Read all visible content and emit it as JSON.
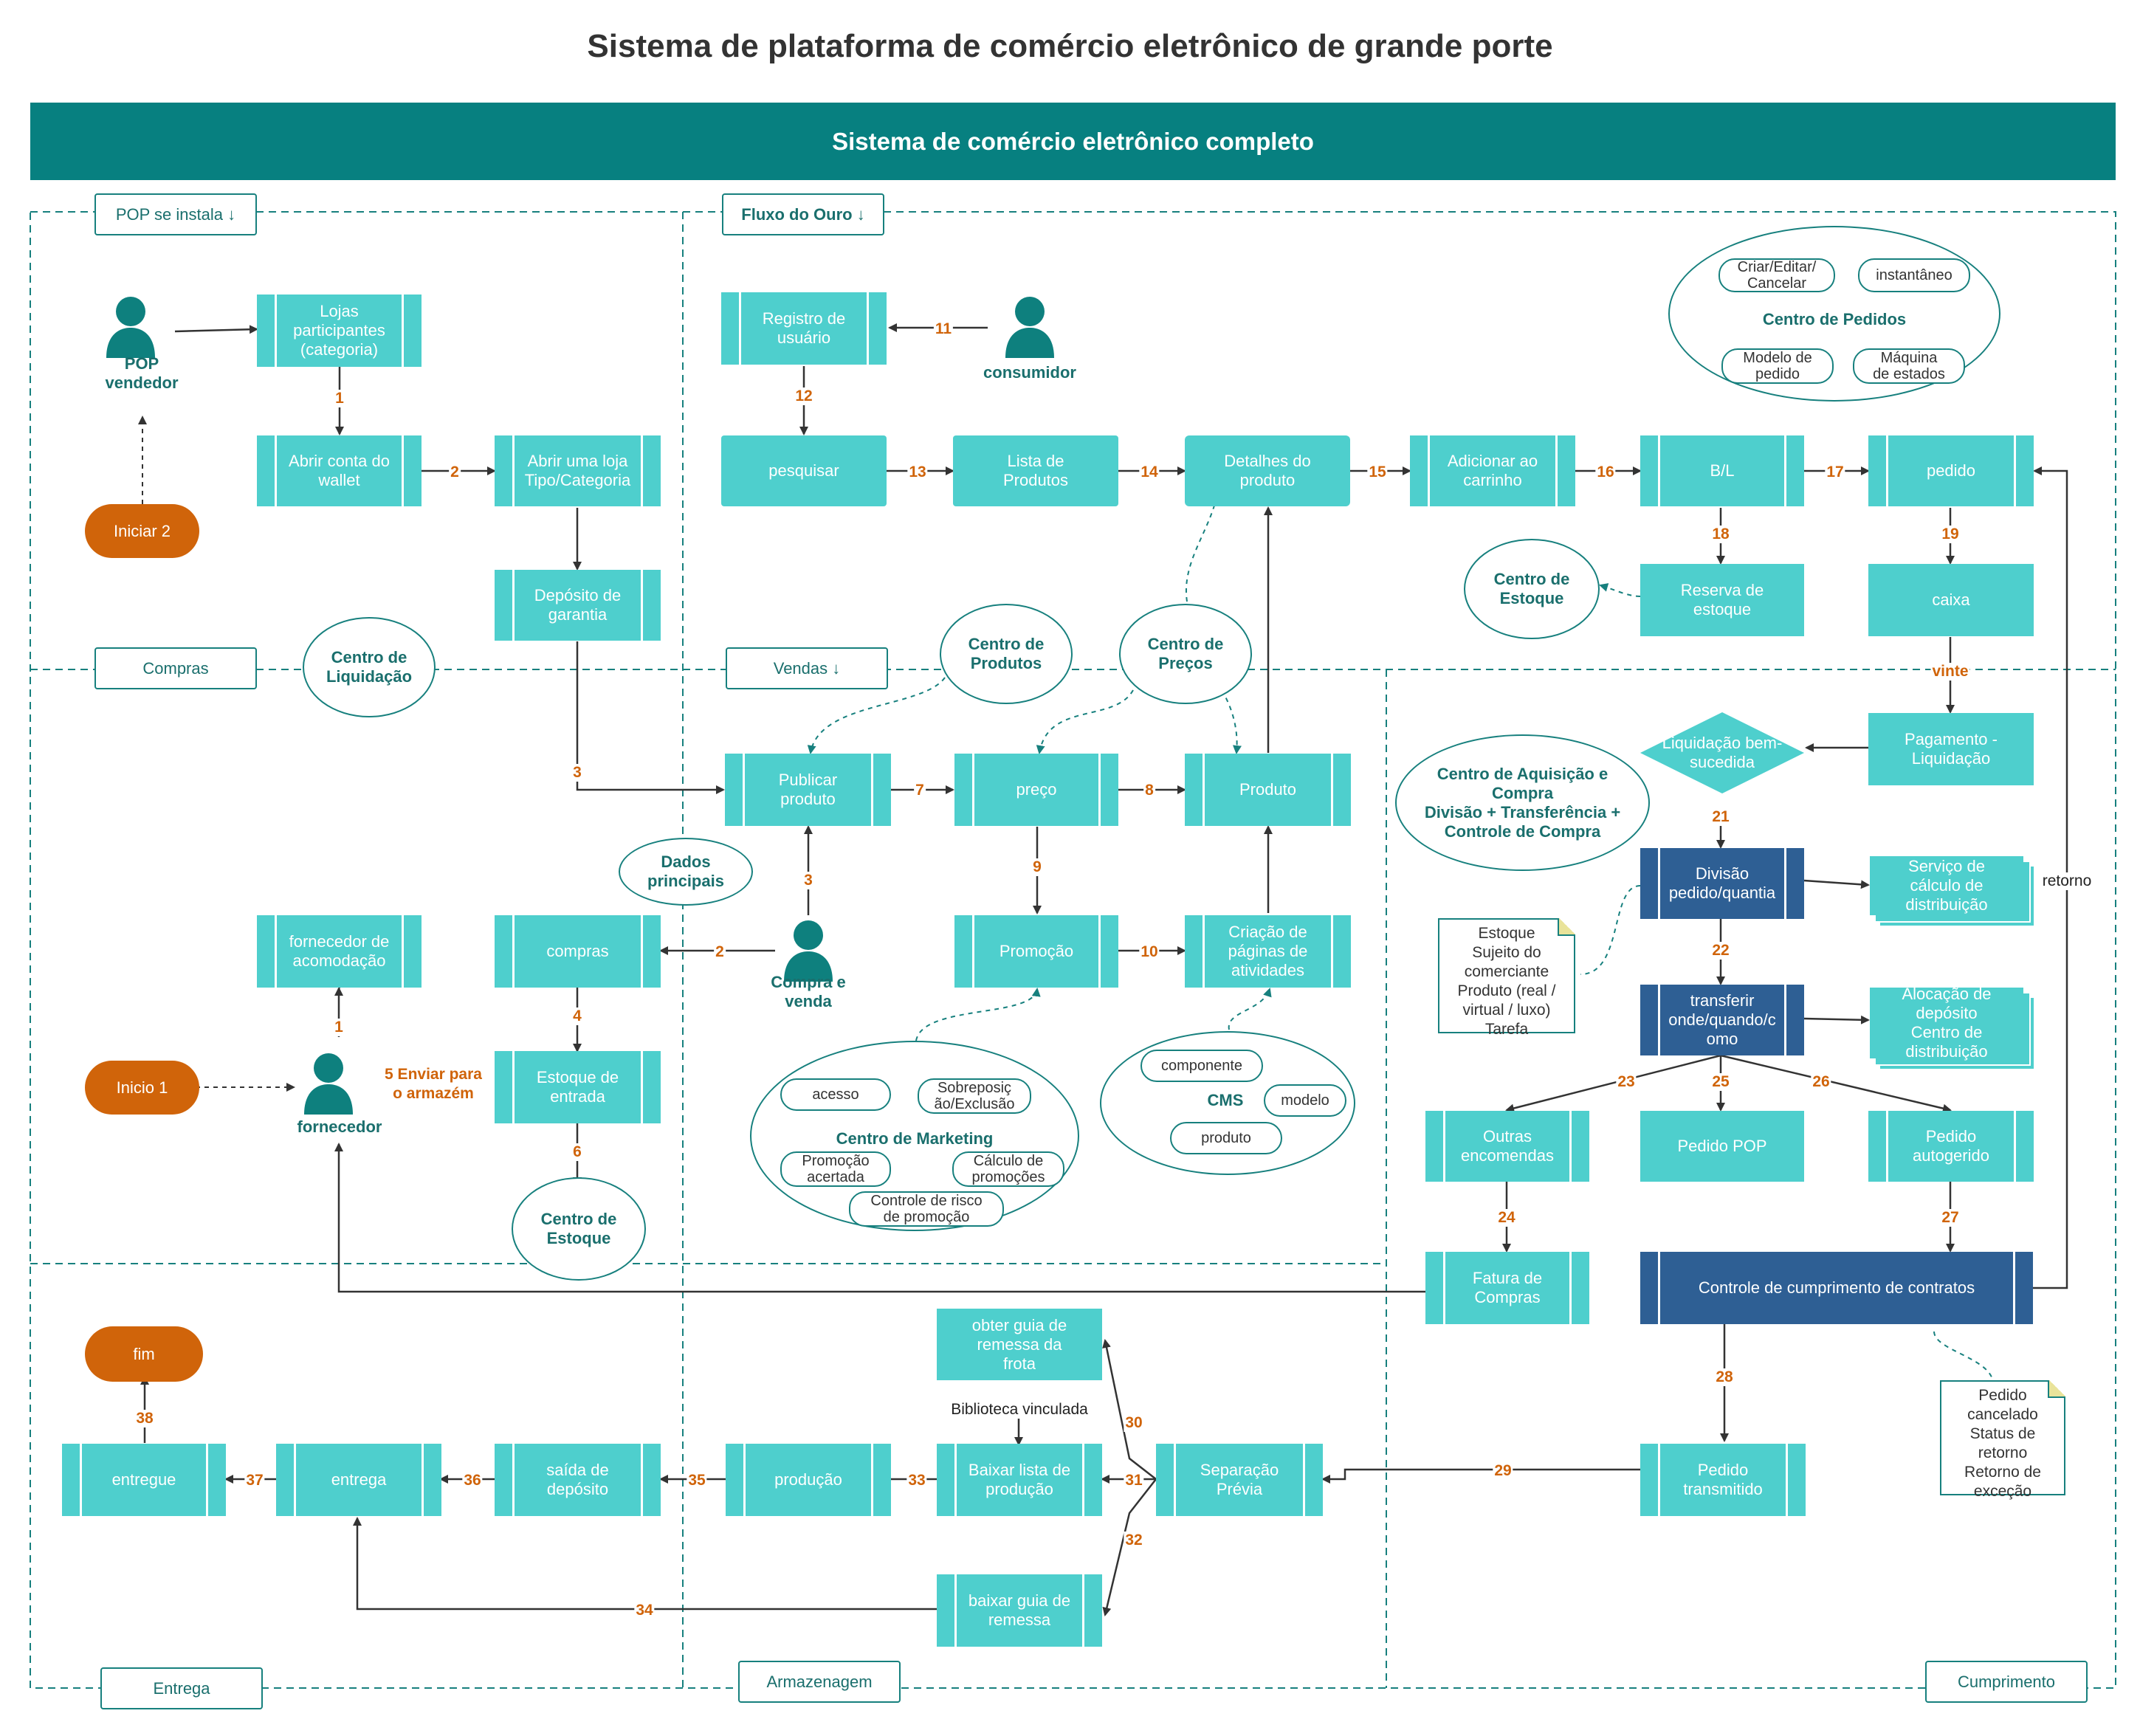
{
  "title": "Sistema de plataforma de comércio eletrônico de grande porte",
  "banner": "Sistema de comércio eletrônico completo",
  "colors": {
    "teal_block": "#4ecfcd",
    "navy_block": "#2e5f94",
    "banner": "#078080",
    "terminal": "#d0640a",
    "outline": "#17807e",
    "number": "#d0640a"
  },
  "sections": {
    "pop": "POP se instala ↓",
    "fluxo": "Fluxo do Ouro ↓",
    "compras": "Compras",
    "vendas": "Vendas ↓",
    "entrega": "Entrega",
    "armazenagem": "Armazenagem",
    "cumprimento": "Cumprimento"
  },
  "actors": {
    "pop_vendedor": "POP\nvendedor",
    "consumidor": "consumidor",
    "compra_venda": "Compra e\nvenda",
    "fornecedor": "fornecedor"
  },
  "terminals": {
    "iniciar2": "Iniciar 2",
    "inicio1": "Inicio 1",
    "fim": "fim"
  },
  "boxes": {
    "lojas": "Lojas\nparticipantes\n(categoria)",
    "abrir_wallet": "Abrir conta do\nwallet",
    "abrir_loja": "Abrir uma loja\nTipo/Categoria",
    "deposito_garantia": "Depósito de\ngarantia",
    "registro": "Registro de\nusuário",
    "pesquisar": "pesquisar",
    "lista": "Lista de Produtos",
    "detalhes": "Detalhes do\nproduto",
    "carrinho": "Adicionar ao\ncarrinho",
    "bl": "B/L",
    "pedido": "pedido",
    "reserva": "Reserva de\nestoque",
    "caixa": "caixa",
    "pagamento": "Pagamento -\nLiquidação",
    "publicar": "Publicar\nproduto",
    "preco": "preço",
    "produto": "Produto",
    "promocao": "Promoção",
    "criacao": "Criação de\npáginas de\natividades",
    "compras": "compras",
    "fornecedor_acomodacao": "fornecedor de\nacomodação",
    "estoque_entrada": "Estoque de\nentrada",
    "divisao": "Divisão\npedido/quantia",
    "transferir": "transferir\nonde/quando/c\nomo",
    "servico": "Serviço de\ncálculo de\ndistribuição",
    "alocacao": "Alocação de\ndepósito\nCentro de\ndistribuição",
    "outras": "Outras\nencomendas",
    "pedido_pop": "Pedido POP",
    "pedido_auto": "Pedido\nautogerido",
    "fatura": "Fatura de\nCompras",
    "controle": "Controle de cumprimento de contratos",
    "obter_guia": "obter guia de\nremessa da\nfrota",
    "baixar_lista": "Baixar lista de\nprodução",
    "separacao": "Separação\nPrévia",
    "pedido_transmitido": "Pedido\ntransmitido",
    "baixar_guia": "baixar guia de\nremessa",
    "producao": "produção",
    "saida": "saída de\ndepósito",
    "entrega": "entrega",
    "entregue": "entregue"
  },
  "diamond": "Liquidação bem-\nsucedida",
  "ellipses": {
    "centro_liquidacao": "Centro de\nLiquidação",
    "centro_produtos": "Centro de\nProdutos",
    "centro_precos": "Centro de\nPreços",
    "dados": "Dados\nprincipais",
    "centro_estoque_top": "Centro de\nEstoque",
    "centro_estoque_bottom": "Centro de\nEstoque",
    "centro_aquisicao": "Centro de Aquisição e\nCompra\nDivisão + Transferência +\nControle de Compra"
  },
  "pedidos_center": {
    "title": "Centro de Pedidos",
    "pills": [
      "Criar/Editar/\nCancelar",
      "instantâneo",
      "Modelo de\npedido",
      "Máquina\nde estados"
    ]
  },
  "marketing_center": {
    "title": "Centro de Marketing",
    "pills": [
      "acesso",
      "Sobreposiç\não/Exclusão",
      "Promoção\nacertada",
      "Cálculo de\npromoções",
      "Controle de risco\nde promoção"
    ]
  },
  "cms_center": {
    "title": "CMS",
    "pills": [
      "componente",
      "modelo",
      "produto"
    ]
  },
  "notes": {
    "estoque": "Estoque\nSujeito do\ncomerciante\nProduto (real /\nvirtual / luxo)\nTarefa",
    "pedido_cancelado": "Pedido\ncancelado\nStatus de\nretorno\nRetorno de\nexceção"
  },
  "labels": {
    "enviar": "5 Enviar para\no armazém",
    "vinte": "vinte",
    "retorno": "retorno",
    "biblioteca": "Biblioteca vinculada"
  },
  "steps": [
    "1",
    "2",
    "3",
    "11",
    "12",
    "13",
    "14",
    "15",
    "16",
    "17",
    "18",
    "19",
    "7",
    "8",
    "9",
    "10",
    "3",
    "2",
    "1",
    "4",
    "6",
    "21",
    "22",
    "23",
    "25",
    "26",
    "24",
    "27",
    "28",
    "29",
    "30",
    "31",
    "32",
    "33",
    "34",
    "35",
    "36",
    "37",
    "38"
  ]
}
